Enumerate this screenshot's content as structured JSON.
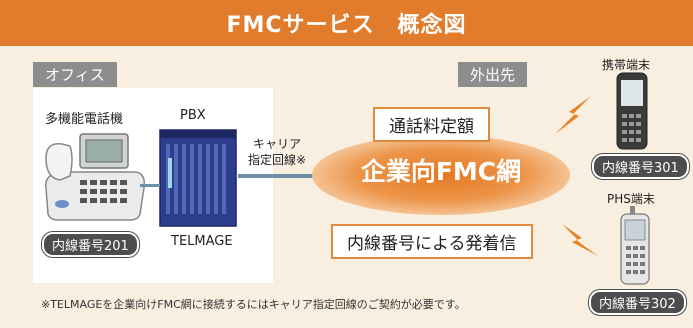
{
  "title": "FMCサービス　概念図",
  "tags": {
    "office": "オフィス",
    "outside": "外出先"
  },
  "office": {
    "phone_label": "多機能電話機",
    "pbx_label": "PBX",
    "phone_ext": "内線番号201",
    "pbx_name": "TELMAGE"
  },
  "carrier_line": "キャリア\n指定回線※",
  "network": {
    "name": "企業向FMC網",
    "flat_rate": "通話料定額",
    "ext_calls": "内線番号による発着信"
  },
  "mobile": {
    "label": "携帯端末",
    "ext": "内線番号301"
  },
  "phs": {
    "label": "PHS端末",
    "ext": "内線番号302"
  },
  "footnote": "※TELMAGEを企業向けFMC網に接続するにはキャリア指定回線のご契約が必要です。",
  "colors": {
    "accent": "#e17c2c",
    "background": "#f8efe0",
    "tag": "#8d8d8d"
  }
}
